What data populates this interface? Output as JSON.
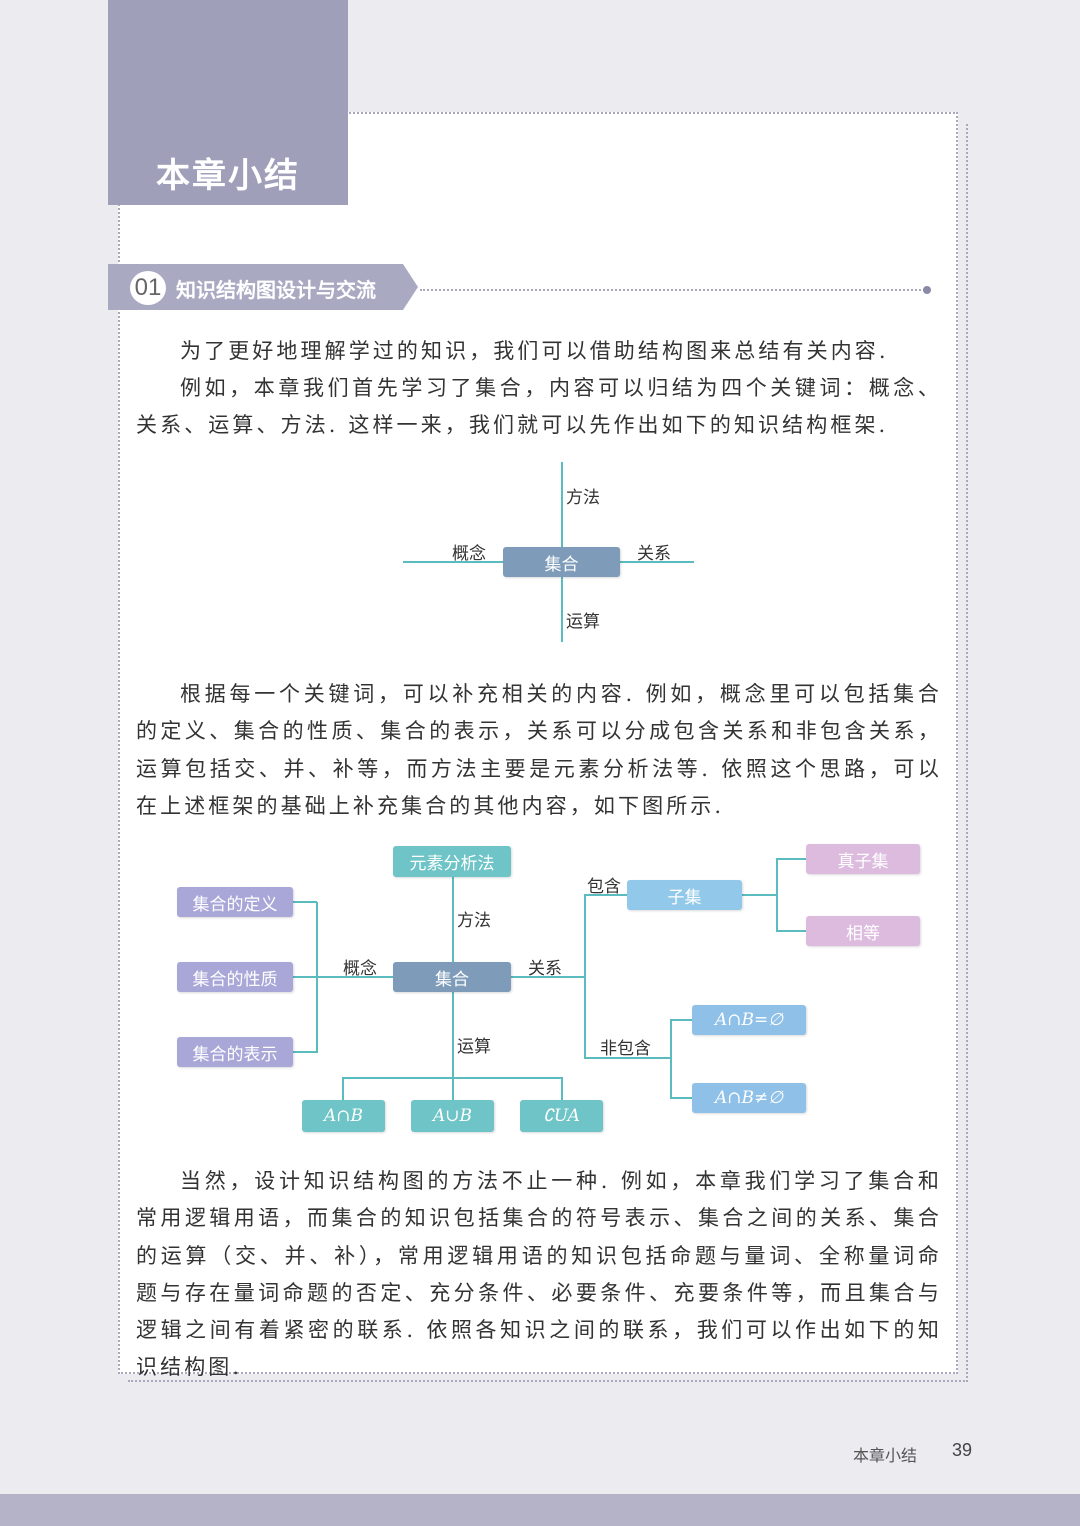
{
  "chapter_title": "本章小结",
  "section": {
    "number": "01",
    "title": "知识结构图设计与交流"
  },
  "paragraphs": [
    "为了更好地理解学过的知识，我们可以借助结构图来总结有关内容.",
    "例如，本章我们首先学习了集合，内容可以归结为四个关键词：概念、关系、运算、方法. 这样一来，我们就可以先作出如下的知识结构框架.",
    "根据每一个关键词，可以补充相关的内容. 例如，概念里可以包括集合的定义、集合的性质、集合的表示，关系可以分成包含关系和非包含关系，运算包括交、并、补等，而方法主要是元素分析法等. 依照这个思路，可以在上述框架的基础上补充集合的其他内容，如下图所示.",
    "当然，设计知识结构图的方法不止一种. 例如，本章我们学习了集合和常用逻辑用语，而集合的知识包括集合的符号表示、集合之间的关系、集合的运算（交、并、补），常用逻辑用语的知识包括命题与量词、全称量词命题与存在量词命题的否定、充分条件、必要条件、充要条件等，而且集合与逻辑之间有着紧密的联系. 依照各知识之间的联系，我们可以作出如下的知识结构图."
  ],
  "diagram1": {
    "center": "集合",
    "top": "方法",
    "left": "概念",
    "right": "关系",
    "bottom": "运算"
  },
  "diagram2": {
    "center": "集合",
    "method_label": "方法",
    "method": "元素分析法",
    "concept_label": "概念",
    "concepts": [
      "集合的定义",
      "集合的性质",
      "集合的表示"
    ],
    "operation_label": "运算",
    "operations": [
      "A∩B",
      "A∪B",
      "∁UA"
    ],
    "relation_label": "关系",
    "contain_label": "包含",
    "subset": "子集",
    "subset_children": [
      "真子集",
      "相等"
    ],
    "noncontain_label": "非包含",
    "noncontain": [
      "A∩B=∅",
      "A∩B≠∅"
    ]
  },
  "footer": {
    "title": "本章小结",
    "page": "39"
  }
}
